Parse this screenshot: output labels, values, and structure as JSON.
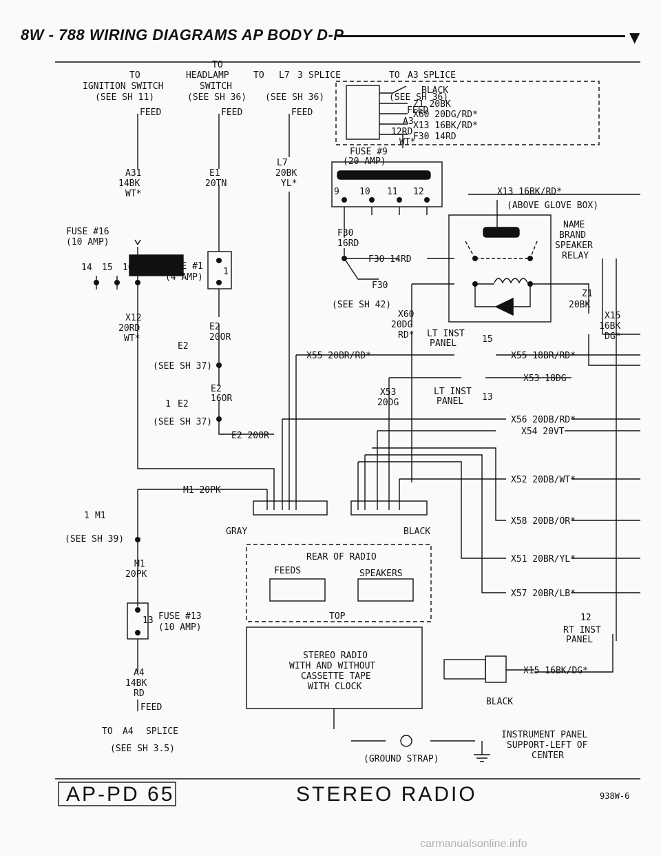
{
  "header": {
    "title": "8W - 788   WIRING DIAGRAMS AP BODY D-P"
  },
  "labels": {
    "to_ign": "TO",
    "ign1": "IGNITION SWITCH",
    "ign2": "(SEE SH 11)",
    "feed": "FEED",
    "to_head": "TO",
    "head1": "HEADLAMP",
    "head2": "SWITCH",
    "head3": "(SEE SH 36)",
    "to_l7": "TO",
    "l7_connector": "L7",
    "l7_connector_num": "3",
    "splice": "SPLICE",
    "l7_sheet": "(SEE SH 36)",
    "to_a3": "TO",
    "a3_connector": "A3",
    "a3_splice": "SPLICE",
    "a3_sheet": "(SEE SH 36)",
    "black": "BLACK",
    "z1_20bk": "Z1 20BK",
    "x60_20dg": "X60 20DG/RD*",
    "x13_16bk": "X13 16BK/RD*",
    "f30_14rd": "F30 14RD",
    "a3_wire1": "A3",
    "a3_wire2": "12RD",
    "a3_wire3": "WT*",
    "fuse9_1": "FUSE #9",
    "fuse9_2": "(20 AMP)",
    "a31_1": "A31",
    "a31_2": "14BK",
    "a31_3": "WT*",
    "e1_1": "E1",
    "e1_2": "20TN",
    "l7_1": "L7",
    "l7_2": "20BK",
    "l7_3": "YL*",
    "fuse16_1": "FUSE #16",
    "fuse16_2": "(10 AMP)",
    "p14": "14",
    "p15": "15",
    "p16": "16",
    "p9": "9",
    "p10": "10",
    "p11": "11",
    "p12": "12",
    "f30_1": "F30",
    "f30_2": "16RD",
    "f30_14rd_b": "F30 14RD",
    "f30_splice": "F30",
    "see_sh42": "(SEE SH 42)",
    "fuse1_1": "FUSE #1",
    "fuse1_2": "(4 AMP)",
    "fuse1_pin": "1",
    "x13_right": "X13 16BK/RD*",
    "above_glove": "(ABOVE GLOVE BOX)",
    "relay1": "NAME",
    "relay2": "BRAND",
    "relay3": "SPEAKER",
    "relay4": "RELAY",
    "z1_1": "Z1",
    "z1_2": "20BK",
    "x15_1": "X15",
    "x15_2": "16BK",
    "x15_3": "DG*",
    "x12_1": "X12",
    "x12_2": "20RD",
    "x12_3": "WT*",
    "e2_1": "E2",
    "e2_2": "20OR",
    "e2_conn": "E2",
    "see_sh37": "(SEE SH 37)",
    "x60_1": "X60",
    "x60_2": "20DG",
    "x60_3": "RD*",
    "lt_inst1": "LT INST",
    "lt_inst2": "PANEL",
    "pin15": "15",
    "x55_left": "X55 20BR/RD*",
    "x55_right": "X55 18BR/RD*",
    "e2b_1": "E2",
    "e2b_2": "16OR",
    "e2b_pin": "1",
    "e2b_conn": "E2",
    "see_sh37b": "(SEE SH 37)",
    "x53_right": "X53 18DG",
    "x53_1": "X53",
    "x53_2": "20DG",
    "lt_inst1b": "LT INST",
    "lt_inst2b": "PANEL",
    "pin13": "13",
    "x56": "X56 20DB/RD*",
    "x54": "X54 20VT",
    "e2_20or": "E2 20OR",
    "x52": "X52 20DB/WT*",
    "m1_20pk": "M1 20PK",
    "m1_pin": "1",
    "m1_conn": "M1",
    "see_sh39": "(SEE SH 39)",
    "gray": "GRAY",
    "black2": "BLACK",
    "x58": "X58 20DB/OR*",
    "rear_radio": "REAR OF RADIO",
    "feeds": "FEEDS",
    "speakers": "SPEAKERS",
    "x51": "X51 20BR/YL*",
    "m1_1": "M1",
    "m1_2": "20PK",
    "x57": "X57 20BR/LB*",
    "top": "TOP",
    "fuse13_pin": "13",
    "fuse13_1": "FUSE #13",
    "fuse13_2": "(10 AMP)",
    "p12b": "12",
    "rt_inst1": "RT INST",
    "rt_inst2": "PANEL",
    "stereo1": "STEREO RADIO",
    "stereo2": "WITH AND WITHOUT",
    "stereo3": "CASSETTE TAPE",
    "stereo4": "WITH CLOCK",
    "a4_1": "A4",
    "a4_2": "14BK",
    "a4_3": "RD",
    "feed_a4": "FEED",
    "x15_right": "X15 16BK/DG*",
    "black3": "BLACK",
    "to_a4": "TO",
    "a4_conn": "A4",
    "a4_splice": "SPLICE",
    "see_sh35": "(SEE SH 3.5)",
    "ground_strap": "(GROUND STRAP)",
    "ip1": "INSTRUMENT PANEL",
    "ip2": "SUPPORT-LEFT OF",
    "ip3": "CENTER"
  },
  "footer": {
    "page_id": "AP-PD 65",
    "title": "STEREO RADIO",
    "code": "938W-6"
  },
  "watermark": "carmanualsonline.info"
}
